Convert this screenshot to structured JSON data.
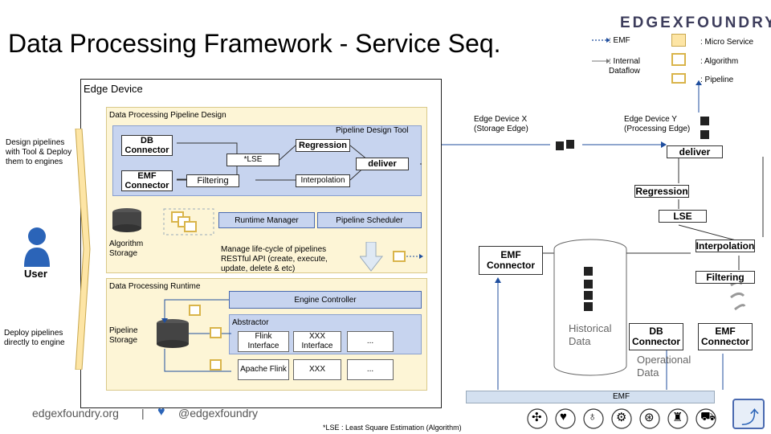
{
  "header": {
    "title": "Data Processing Framework - Service Seq.",
    "logo": "EDGEXFOUNDRY™"
  },
  "legend": {
    "emf": ": EMF",
    "internal_dataflow": ": Internal Dataflow",
    "micro_service": ": Micro Service",
    "algorithm": ": Algorithm",
    "pipeline": ": Pipeline"
  },
  "edge_device": {
    "label": "Edge Device",
    "design_label": "Data Processing Pipeline Design",
    "tool_label": "Pipeline Design Tool",
    "db_connector": "DB Connector",
    "emf_connector": "EMF Connector",
    "regression": "Regression",
    "lse": "*LSE",
    "deliver": "deliver",
    "filtering": "Filtering",
    "interpolation": "Interpolation",
    "runtime_manager": "Runtime Manager",
    "pipeline_scheduler": "Pipeline Scheduler",
    "algorithm_storage": "Algorithm Storage",
    "manage_text": "Manage life-cycle of pipelines RESTful API (create, execute, update, delete & etc)",
    "runtime_label": "Data Processing Runtime",
    "engine_controller": "Engine Controller",
    "abstractor": "Abstractor",
    "flink_interface": "Flink Interface",
    "xxx_interface": "XXX Interface",
    "dots": "...",
    "apache_flink": "Apache Flink",
    "xxx": "XXX",
    "pipeline_storage": "Pipeline Storage"
  },
  "left": {
    "design_pipelines": "Design pipelines with Tool & Deploy them to engines",
    "user": "User",
    "deploy_pipelines": "Deploy pipelines directly to engine"
  },
  "right": {
    "edge_x": "Edge Device X (Storage Edge)",
    "edge_y": "Edge Device Y (Processing Edge)",
    "deliver": "deliver",
    "regression": "Regression",
    "lse": "LSE",
    "interpolation": "Interpolation",
    "filtering": "Filtering",
    "emf_connector": "EMF Connector",
    "historical_data": "Historical Data",
    "db_connector": "DB Connector",
    "emf_connector2": "EMF Connector",
    "operational_data": "Operational Data",
    "emf": "EMF"
  },
  "footer": {
    "site": "edgexfoundry.org",
    "sep": "|",
    "handle": "@edgexfoundry",
    "note": "*LSE : Least Square Estimation (Algorithm)"
  },
  "colors": {
    "accent_blue": "#1f4e9e",
    "pipeline_yellow": "#fdf5d6",
    "tool_blue": "#c7d4ef"
  }
}
